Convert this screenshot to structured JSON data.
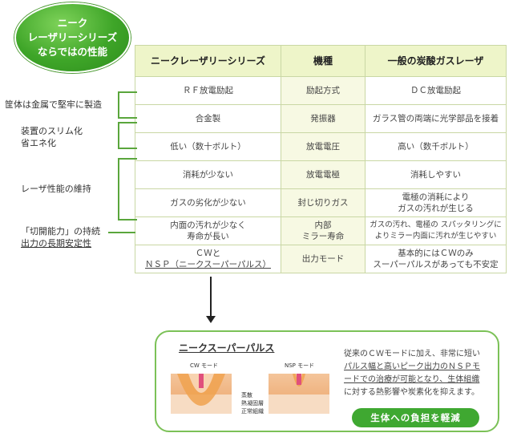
{
  "badge": {
    "lines": [
      "ニーク",
      "レーザリーシリーズ",
      "ならではの性能"
    ]
  },
  "table": {
    "headers": [
      "ニークレーザリーシリーズ",
      "機種",
      "一般の炭酸ガスレーザ"
    ],
    "rows": [
      {
        "nk": [
          "ＲＦ放電励起"
        ],
        "item": [
          "励起方式"
        ],
        "gen": [
          "ＤＣ放電励起"
        ]
      },
      {
        "nk": [
          "合金製"
        ],
        "item": [
          "発振器"
        ],
        "gen": [
          "ガラス管の両端に光学部品を接着"
        ]
      },
      {
        "nk": [
          "低い（数十ボルト）"
        ],
        "item": [
          "放電電圧"
        ],
        "gen": [
          "高い（数千ボルト）"
        ]
      },
      {
        "nk": [
          "消耗が少ない"
        ],
        "item": [
          "放電電極"
        ],
        "gen": [
          "消耗しやすい"
        ]
      },
      {
        "nk": [
          "ガスの劣化が少ない"
        ],
        "item": [
          "封じ切りガス"
        ],
        "gen": [
          "電極の消耗により",
          "ガスの汚れが生じる"
        ]
      },
      {
        "nk": [
          "内面の汚れが少なく",
          "寿命が長い"
        ],
        "item": [
          "内部",
          "ミラー寿命"
        ],
        "gen": [
          "ガスの汚れ、電極の スパッタリングに",
          "よりミラー内面に汚れが生じやすい"
        ]
      },
      {
        "nk": [
          "ＣＷと",
          "ＮＳＰ（ニークスーパーパルス）"
        ],
        "item": [
          "出力モード"
        ],
        "gen": [
          "基本的にはＣＷのみ",
          "スーパーパルスがあっても不安定"
        ]
      }
    ]
  },
  "features": {
    "f1": "筐体は金属で堅牢に製造",
    "f2a": "装置のスリム化",
    "f2b": "省エネ化",
    "f3": "レーザ性能の維持",
    "f4a": "「切開能力」の持続",
    "f4b": "出力の長期安定性"
  },
  "panel": {
    "title": "ニークスーパーパルス",
    "cw_label": "CW モード",
    "nsp_label": "NSP モード",
    "tissue_labels": [
      "蒸散",
      "熱凝固層",
      "正常組織"
    ],
    "desc_1": "従来のＣＷモードに加え、非常に短い",
    "desc_2": "パルス幅と高いピーク出力のＮＳＰモ",
    "desc_3": "ードでの治療が可能となり、生体組織",
    "desc_4": "に対する熱影響や炭素化を抑えます。",
    "cta": "生体への負担を軽減"
  },
  "colors": {
    "accent": "#3fa831",
    "header_bg": "#eef5c9",
    "border": "#c9d7a4"
  }
}
